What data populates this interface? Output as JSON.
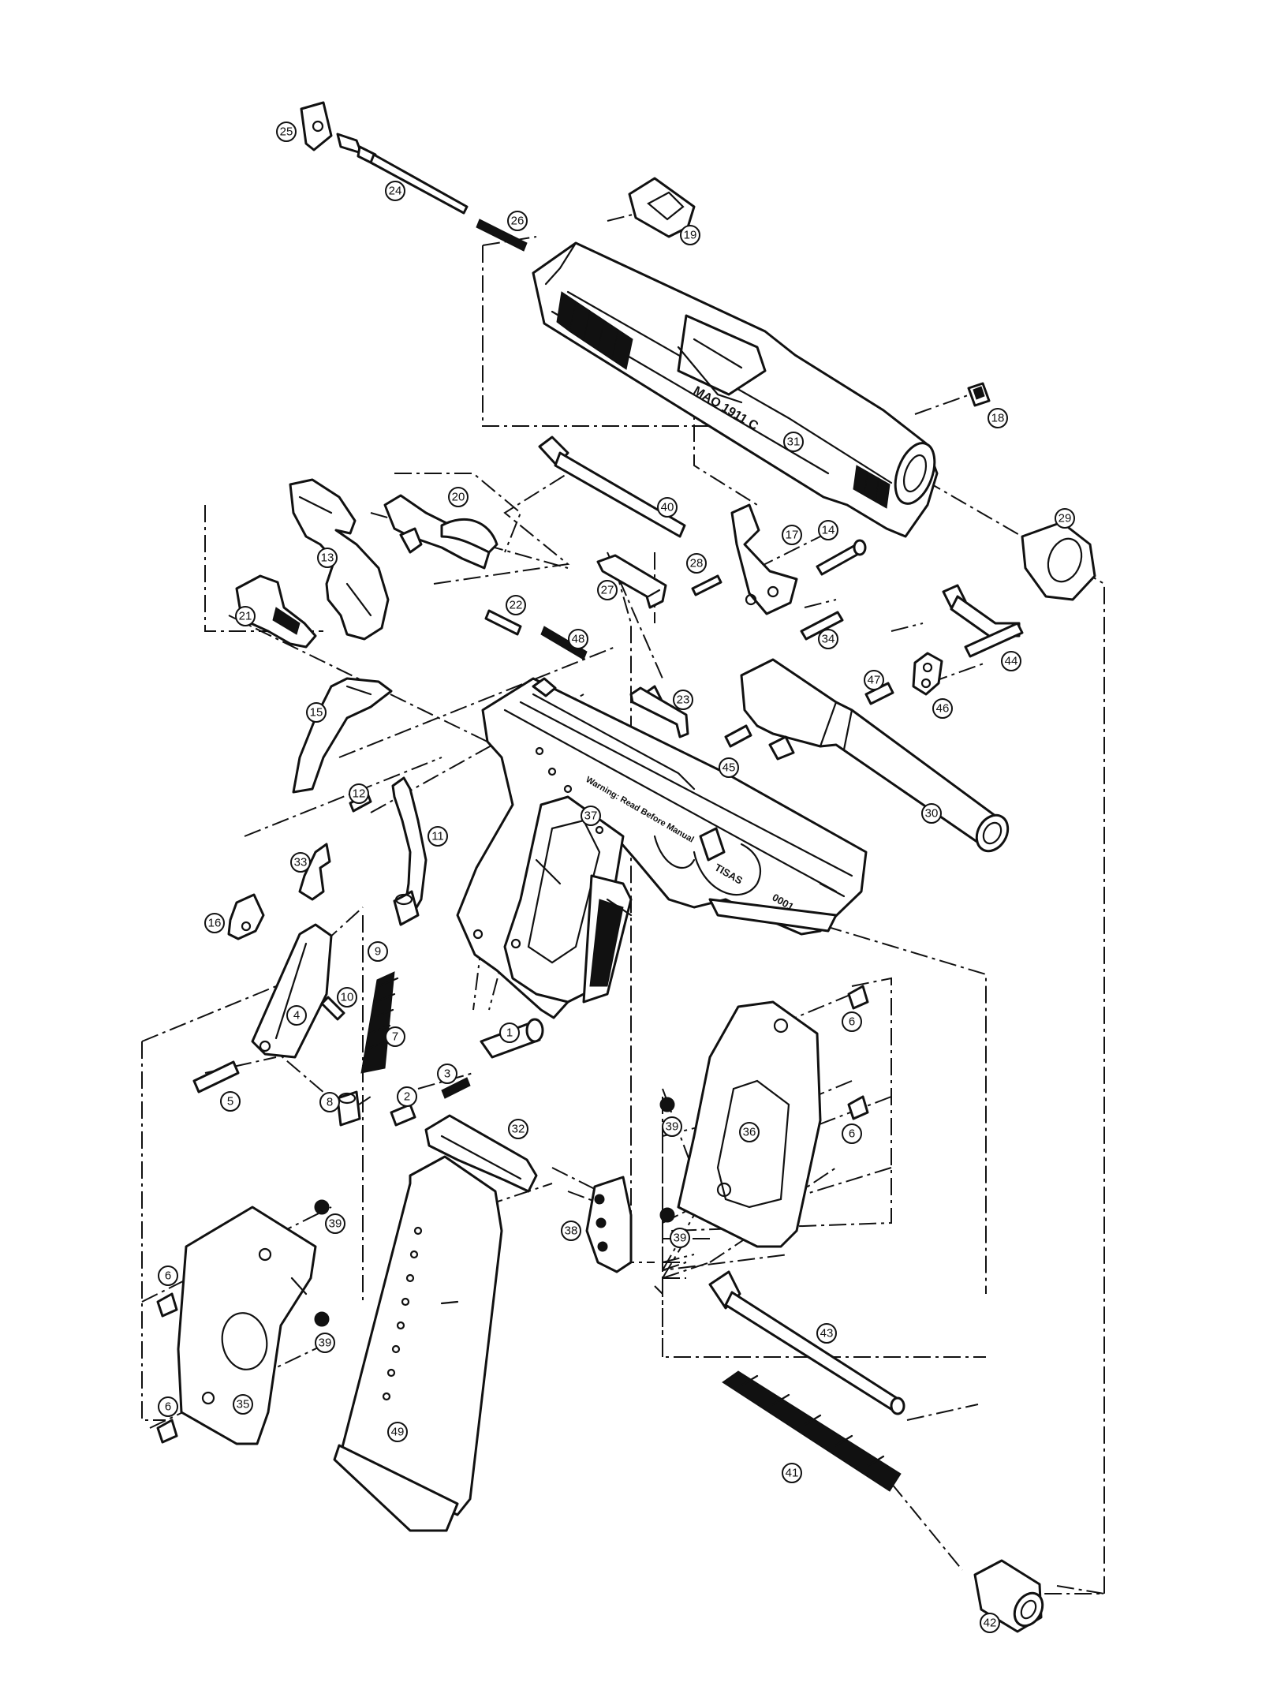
{
  "diagram": {
    "callouts": [
      {
        "n": "1"
      },
      {
        "n": "2"
      },
      {
        "n": "3"
      },
      {
        "n": "4"
      },
      {
        "n": "5"
      },
      {
        "n": "6"
      },
      {
        "n": "6"
      },
      {
        "n": "6"
      },
      {
        "n": "6"
      },
      {
        "n": "7"
      },
      {
        "n": "8"
      },
      {
        "n": "9"
      },
      {
        "n": "10"
      },
      {
        "n": "11"
      },
      {
        "n": "12"
      },
      {
        "n": "13"
      },
      {
        "n": "14"
      },
      {
        "n": "15"
      },
      {
        "n": "16"
      },
      {
        "n": "17"
      },
      {
        "n": "18"
      },
      {
        "n": "19"
      },
      {
        "n": "20"
      },
      {
        "n": "21"
      },
      {
        "n": "22"
      },
      {
        "n": "23"
      },
      {
        "n": "24"
      },
      {
        "n": "25"
      },
      {
        "n": "26"
      },
      {
        "n": "27"
      },
      {
        "n": "28"
      },
      {
        "n": "29"
      },
      {
        "n": "30"
      },
      {
        "n": "31"
      },
      {
        "n": "32"
      },
      {
        "n": "33"
      },
      {
        "n": "34"
      },
      {
        "n": "35"
      },
      {
        "n": "36"
      },
      {
        "n": "37"
      },
      {
        "n": "38"
      },
      {
        "n": "39"
      },
      {
        "n": "39"
      },
      {
        "n": "39"
      },
      {
        "n": "39"
      },
      {
        "n": "40"
      },
      {
        "n": "41"
      },
      {
        "n": "42"
      },
      {
        "n": "43"
      },
      {
        "n": "44"
      },
      {
        "n": "45"
      },
      {
        "n": "46"
      },
      {
        "n": "47"
      },
      {
        "n": "48"
      },
      {
        "n": "49"
      }
    ],
    "engravings": {
      "slide_marking": "MAO 1911 C",
      "frame_warning": "Warning: Read Before Manual",
      "frame_marking": "TISAS",
      "frame_serial": "0001"
    }
  }
}
